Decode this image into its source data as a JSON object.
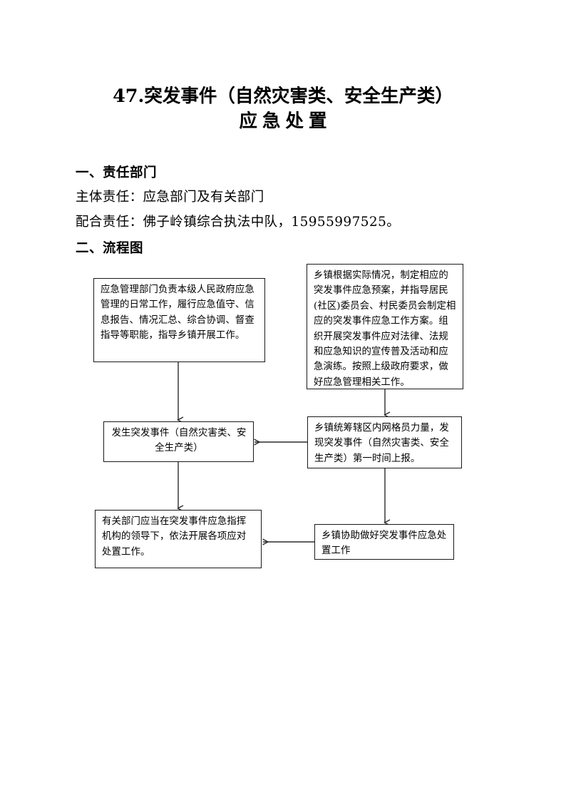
{
  "document": {
    "title_line1": "47.突发事件（自然灾害类、安全生产类）",
    "title_line2": "应急处置"
  },
  "sections": {
    "responsibility": {
      "heading": "一、责任部门",
      "main_label": "主体责任：应急部门及有关部门",
      "support_label": "配合责任：佛子岭镇综合执法中队，15955997525。"
    },
    "flowchart": {
      "heading": "二、流程图",
      "nodes": [
        {
          "id": "emergency-dept-duties",
          "text": "应急管理部门负责本级人民政府应急管理的日常工作，履行应急值守、信息报告、情况汇总、综合协调、督查指导等职能，指导乡镇开展工作。"
        },
        {
          "id": "township-plan-making",
          "text": "乡镇根据实际情况，制定相应的突发事件应急预案，并指导居民(社区)委员会、村民委员会制定相应的突发事件应急工作方案。组织开展突发事件应对法律、法规和应急知识的宣传普及活动和应急演练。按照上级政府要求，做好应急管理相关工作。"
        },
        {
          "id": "incident-occurs",
          "text": "发生突发事件（自然灾害类、安全生产类）"
        },
        {
          "id": "grid-staff-report",
          "text": "乡镇统筹辖区内网格员力量，发现突发事件（自然灾害类、安全生产类）第一时间上报。"
        },
        {
          "id": "departments-response",
          "text": "有关部门应当在突发事件应急指挥机构的领导下，依法开展各项应对处置工作。"
        },
        {
          "id": "township-assist",
          "text": "乡镇协助做好突发事件应急处置工作"
        }
      ],
      "connectors": [
        {
          "id": "duties-to-incident",
          "direction": "down"
        },
        {
          "id": "plan-to-grid",
          "direction": "down"
        },
        {
          "id": "grid-to-incident",
          "direction": "left"
        },
        {
          "id": "incident-to-departments",
          "direction": "down"
        },
        {
          "id": "grid-to-assist",
          "direction": "down"
        },
        {
          "id": "assist-to-departments",
          "direction": "left"
        }
      ]
    }
  },
  "colors": {
    "page_background": "#ffffff",
    "text": "#000000",
    "box_border": "#1a1a1a",
    "connector": "#2b2b2b"
  }
}
